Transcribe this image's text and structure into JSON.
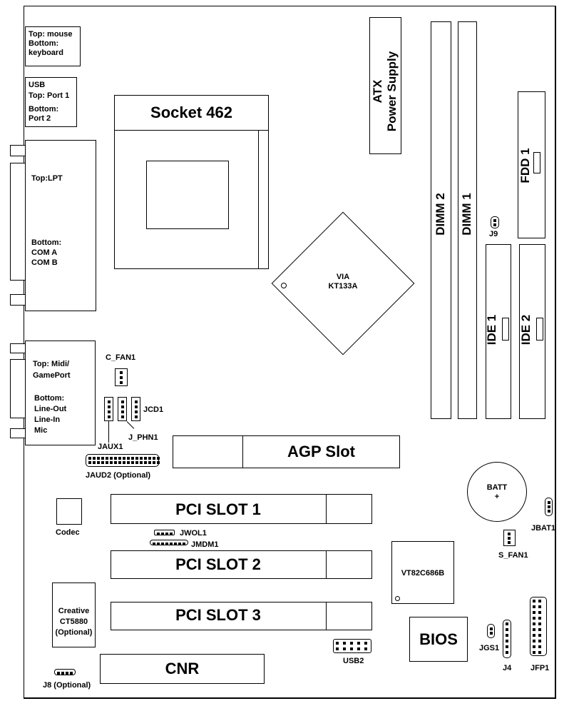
{
  "io": {
    "ps2": [
      "Top: mouse",
      "Bottom:",
      "keyboard"
    ],
    "usb": [
      "USB",
      "Top: Port 1",
      "Bottom:",
      "Port 2"
    ],
    "lpt": "Top:LPT",
    "com": [
      "Bottom:",
      "COM A",
      "COM B"
    ],
    "audio_top": [
      "Top: Midi/",
      "GamePort"
    ],
    "audio_bottom": [
      "Bottom:",
      "Line-Out",
      "Line-In",
      "Mic"
    ]
  },
  "cpu": {
    "label": "Socket 462"
  },
  "power": {
    "label1": "ATX",
    "label2": "Power Supply"
  },
  "northbridge": {
    "line1": "VIA",
    "line2": "KT133A"
  },
  "memory": {
    "dimm2": "DIMM 2",
    "dimm1": "DIMM 1"
  },
  "drives": {
    "fdd": "FDD 1",
    "ide1": "IDE 1",
    "ide2": "IDE 2"
  },
  "headers": {
    "j9": "J9",
    "c_fan1": "C_FAN1",
    "jcd1": "JCD1",
    "j_phn1": "J_PHN1",
    "jaux1": "JAUX1",
    "jaud2": "JAUD2 (Optional)",
    "jbat1": "JBAT1",
    "s_fan1": "S_FAN1",
    "jwol1": "JWOL1",
    "jmdm1": "JMDM1",
    "jgs1": "JGS1",
    "j4": "J4",
    "jfp1": "JFP1",
    "usb2": "USB2",
    "j8": "J8 (Optional)"
  },
  "slots": {
    "agp": "AGP Slot",
    "pci1": "PCI SLOT 1",
    "pci2": "PCI SLOT 2",
    "pci3": "PCI SLOT 3",
    "cnr": "CNR"
  },
  "chips": {
    "codec": "Codec",
    "southbridge": "VT82C686B",
    "bios": "BIOS",
    "creative": [
      "Creative",
      "CT5880",
      "(Optional)"
    ]
  },
  "battery": {
    "label": "BATT",
    "polarity": "+"
  }
}
